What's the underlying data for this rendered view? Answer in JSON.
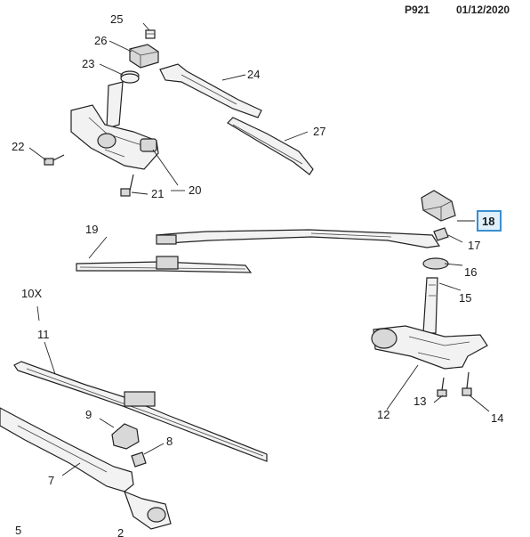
{
  "header": {
    "page_code": "P921",
    "date": "01/12/2020"
  },
  "callouts": {
    "c25": "25",
    "c26": "26",
    "c23": "23",
    "c24": "24",
    "c27": "27",
    "c22": "22",
    "c21": "21",
    "c20": "20",
    "c18": "18",
    "c17": "17",
    "c19": "19",
    "c16": "16",
    "c15": "15",
    "c10x": "10X",
    "c11": "11",
    "c9": "9",
    "c8": "8",
    "c7": "7",
    "c12": "12",
    "c13": "13",
    "c14": "14",
    "c5": "5",
    "c2": "2"
  },
  "highlight_color": "#3a8fd0"
}
